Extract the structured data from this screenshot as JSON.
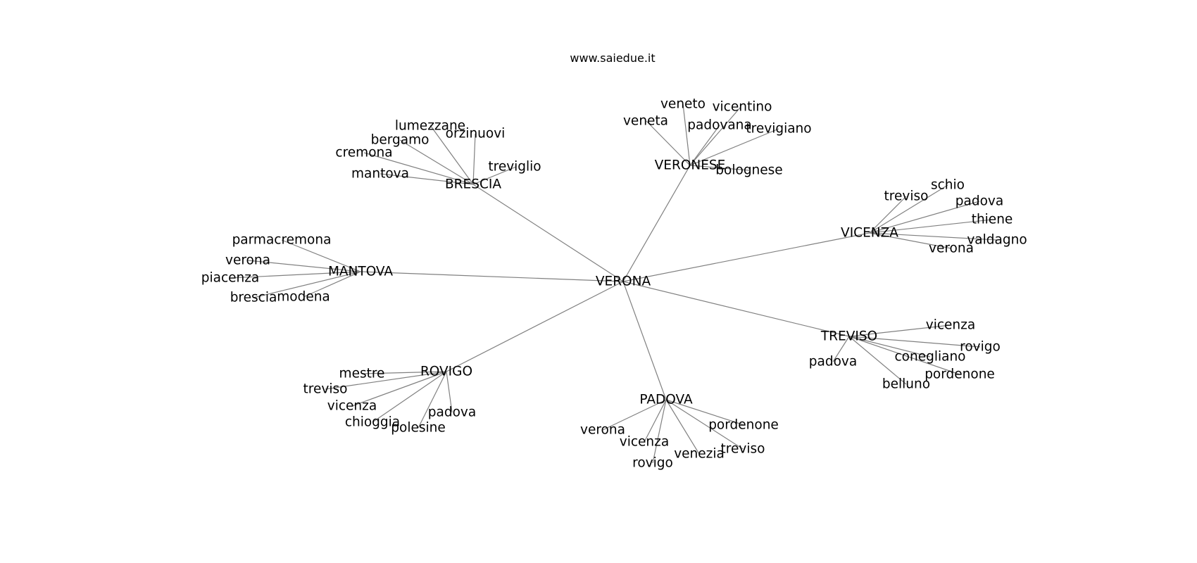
{
  "header": {
    "title": "www.saiedue.it"
  },
  "graph": {
    "root": "VERONA",
    "hubs": [
      {
        "name": "BRESCIA",
        "leaves": [
          "lumezzane",
          "orzinuovi",
          "bergamo",
          "cremona",
          "mantova",
          "treviglio"
        ]
      },
      {
        "name": "VERONESE",
        "leaves": [
          "veneto",
          "vicentino",
          "veneta",
          "padovana",
          "trevigiano",
          "bolognese"
        ]
      },
      {
        "name": "VICENZA",
        "leaves": [
          "schio",
          "treviso",
          "padova",
          "thiene",
          "valdagno",
          "verona"
        ]
      },
      {
        "name": "MANTOVA",
        "leaves": [
          "parmacremona",
          "verona",
          "piacenza",
          "brescia",
          "modena"
        ]
      },
      {
        "name": "TREVISO",
        "leaves": [
          "vicenza",
          "rovigo",
          "conegliano",
          "padova",
          "pordenone",
          "belluno"
        ]
      },
      {
        "name": "ROVIGO",
        "leaves": [
          "mestre",
          "treviso",
          "vicenza",
          "chioggia",
          "padova",
          "polesine"
        ]
      },
      {
        "name": "PADOVA",
        "leaves": [
          "pordenone",
          "verona",
          "vicenza",
          "treviso",
          "venezia",
          "rovigo"
        ]
      }
    ]
  }
}
